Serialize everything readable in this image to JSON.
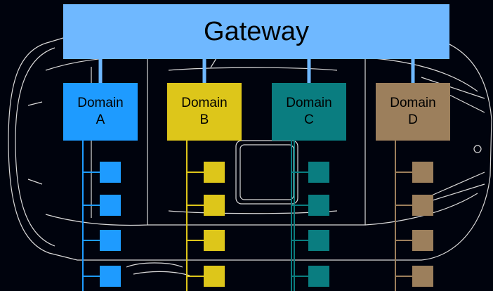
{
  "gateway": {
    "label": "Gateway"
  },
  "domains": [
    {
      "line1": "Domain",
      "line2": "A",
      "color": "#1e9bff"
    },
    {
      "line1": "Domain",
      "line2": "B",
      "color": "#ddc61a"
    },
    {
      "line1": "Domain",
      "line2": "C",
      "color": "#0a7d80"
    },
    {
      "line1": "Domain",
      "line2": "D",
      "color": "#9c7f5c"
    }
  ],
  "ecus_per_domain": 4,
  "colors": {
    "background": "#00030d",
    "gateway": "#6fb8ff",
    "car_outline": "#d9d9d9"
  }
}
